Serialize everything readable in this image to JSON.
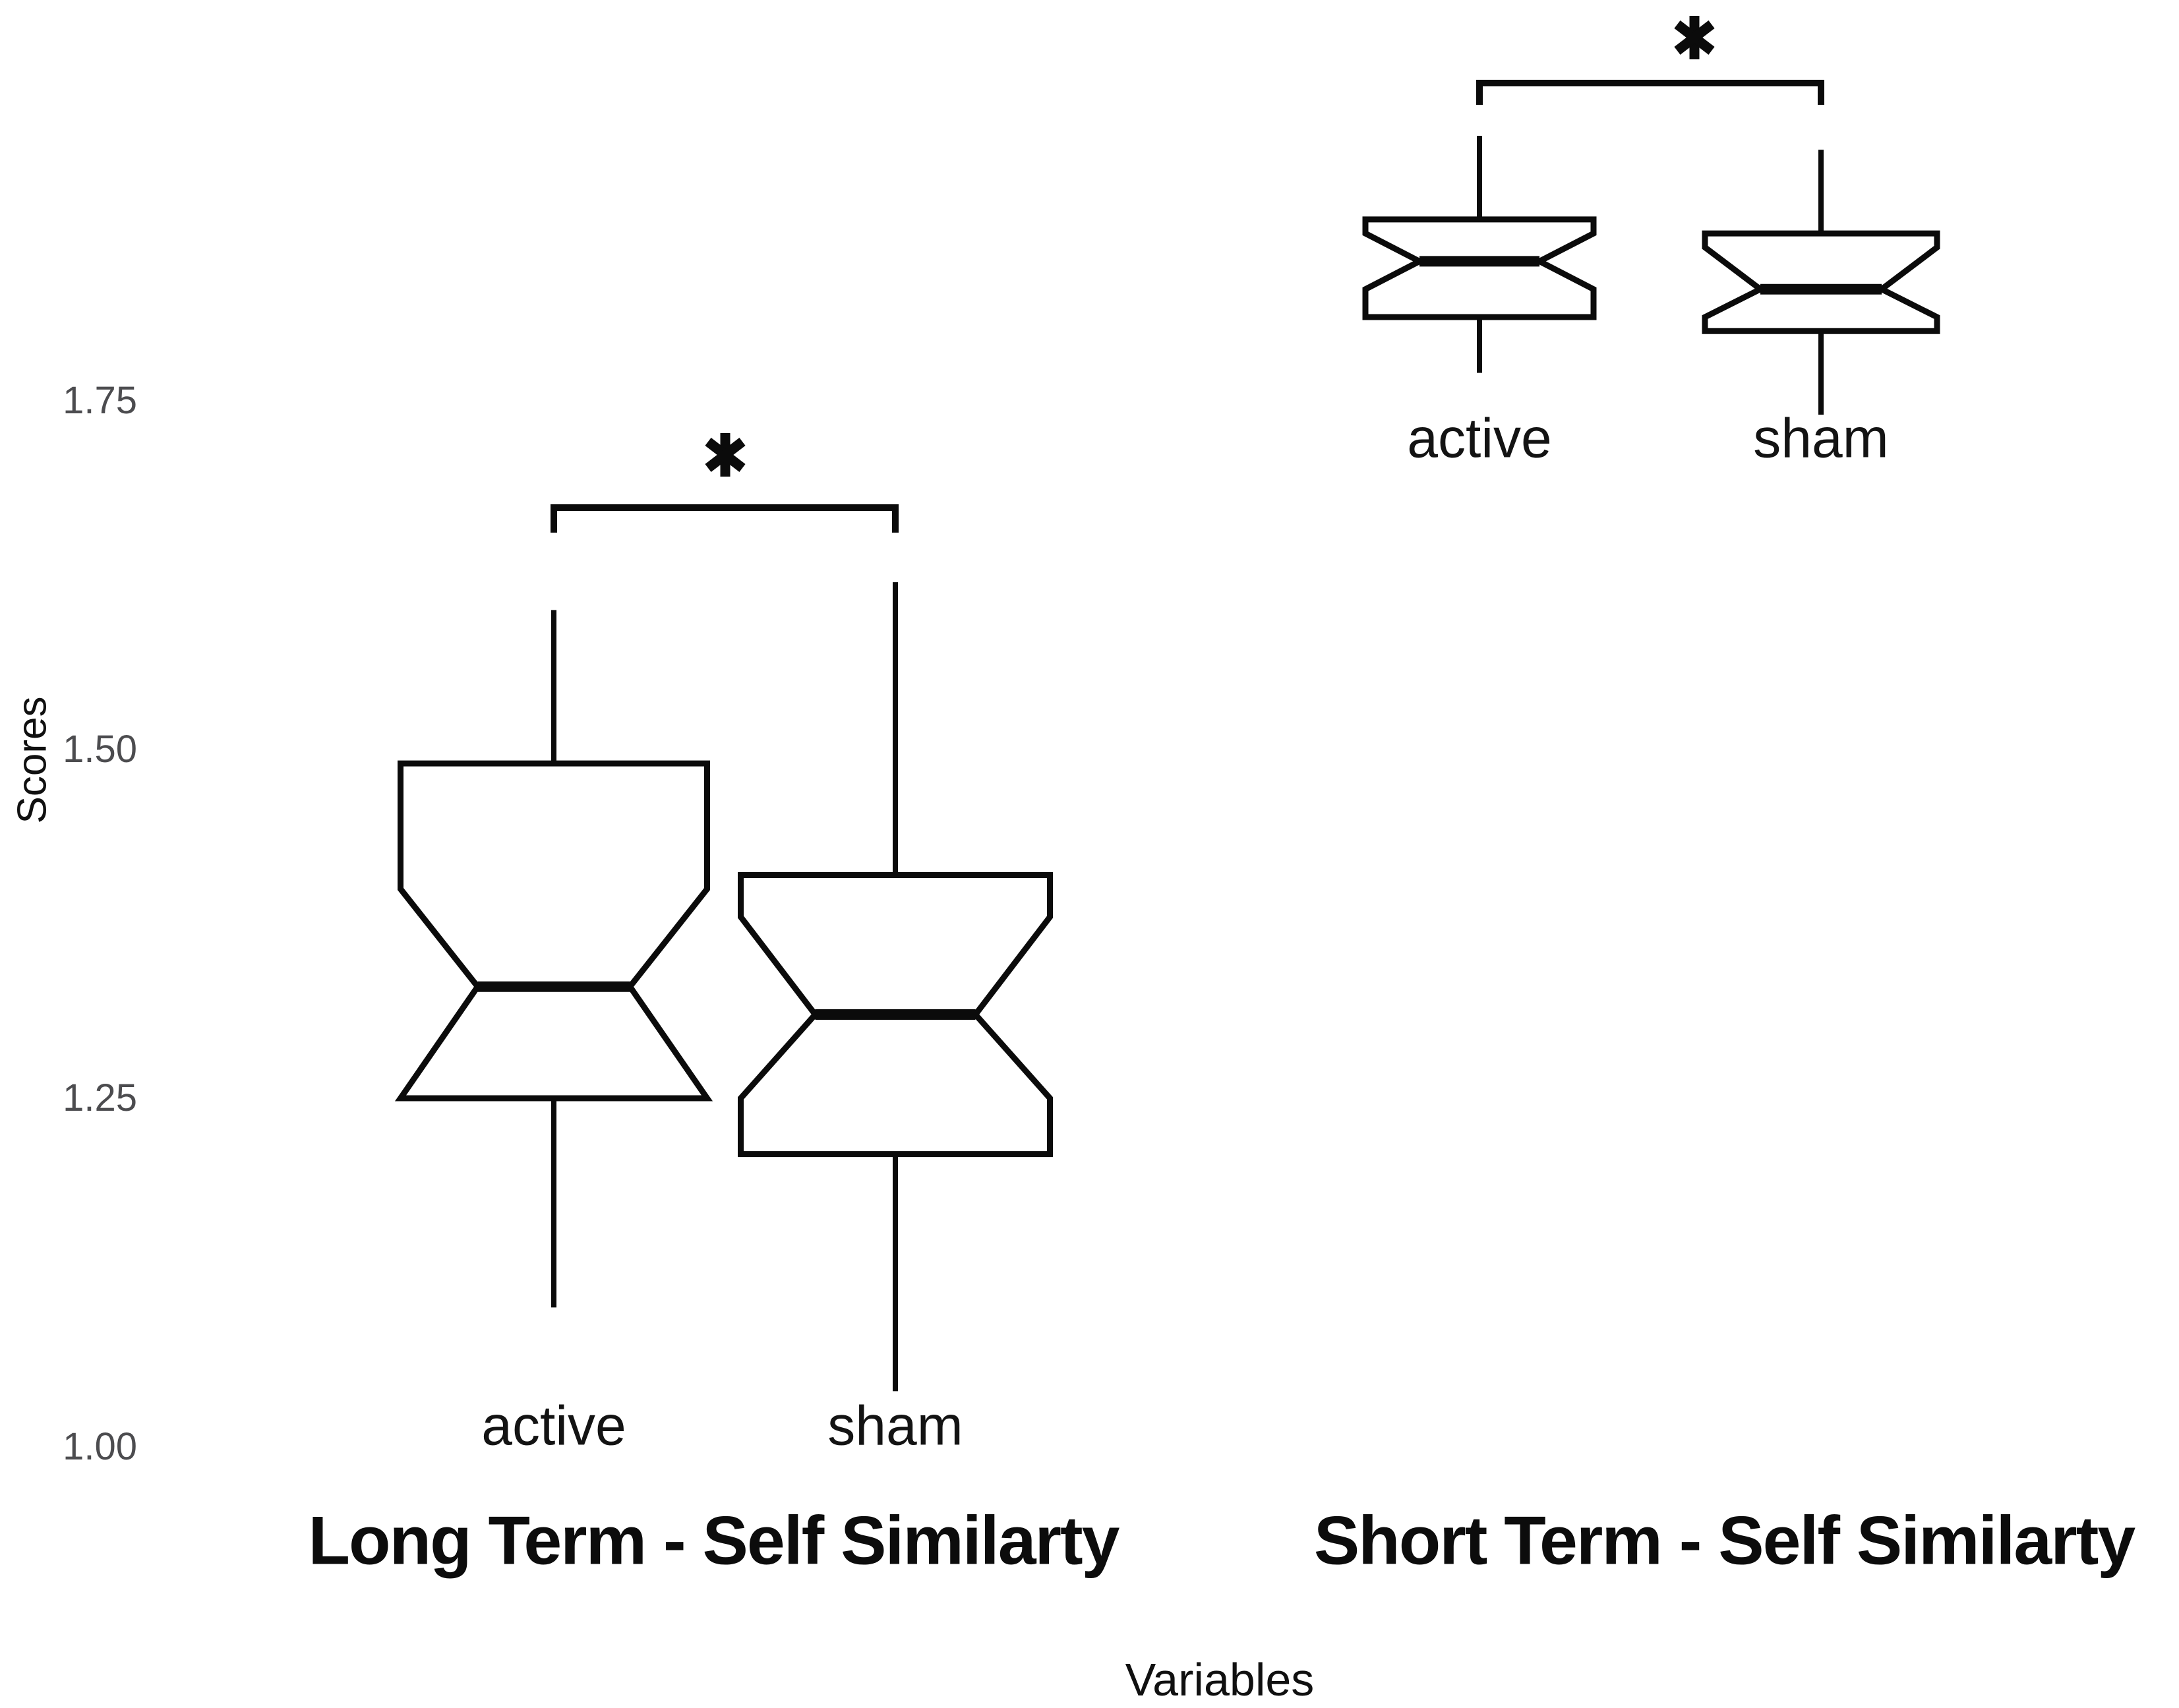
{
  "figure": {
    "background": "#ffffff",
    "ink_color": "#0b0b0b",
    "tick_label_color": "#4c4c4f",
    "text_color": "#101010"
  },
  "chart_data": {
    "type": "boxplot",
    "variant": "notched",
    "title": "",
    "ylabel": "Scores",
    "xlabel": "Variables",
    "yticks": [
      1.0,
      1.25,
      1.5,
      1.75
    ],
    "ytick_labels": [
      "1.00",
      "1.25",
      "1.50",
      "1.75"
    ],
    "ylim": [
      0.81,
      2.04
    ],
    "grid": false,
    "legend": false,
    "groups": [
      {
        "label": "Long Term - Self Similarty",
        "significance": "*",
        "boxes": [
          {
            "category": "active",
            "whisker_low": 1.1,
            "q1": 1.25,
            "notch_low": 1.25,
            "median": 1.33,
            "notch_high": 1.4,
            "q3": 1.49,
            "whisker_high": 1.6
          },
          {
            "category": "sham",
            "whisker_low": 1.04,
            "q1": 1.21,
            "notch_low": 1.25,
            "median": 1.31,
            "notch_high": 1.38,
            "q3": 1.41,
            "whisker_high": 1.62
          }
        ]
      },
      {
        "label": "Short Term - Self Similarty",
        "significance": "*",
        "boxes": [
          {
            "category": "active",
            "whisker_low": 1.77,
            "q1": 1.81,
            "notch_low": 1.83,
            "median": 1.85,
            "notch_high": 1.87,
            "q3": 1.88,
            "whisker_high": 1.94
          },
          {
            "category": "sham",
            "whisker_low": 1.74,
            "q1": 1.8,
            "notch_low": 1.81,
            "median": 1.83,
            "notch_high": 1.86,
            "q3": 1.87,
            "whisker_high": 1.93
          }
        ]
      }
    ]
  }
}
